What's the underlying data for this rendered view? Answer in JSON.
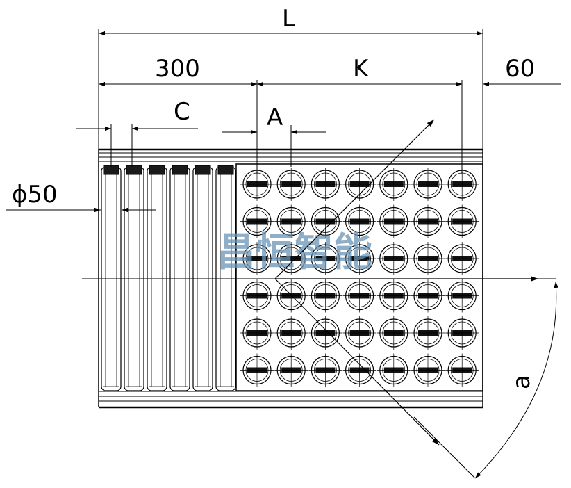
{
  "dimensions": {
    "total_length": "L",
    "roller_section": "300",
    "ball_section": "K",
    "end_margin": "60",
    "roller_pitch": "C",
    "ball_pitch": "A",
    "roller_diameter": "ϕ50",
    "angle": "a"
  },
  "layout": {
    "roller_count": 6,
    "ball_columns": 7,
    "ball_rows": 6
  },
  "watermark": "昌恒智能",
  "colors": {
    "line": "#000000",
    "watermark": "#6a95b8"
  }
}
